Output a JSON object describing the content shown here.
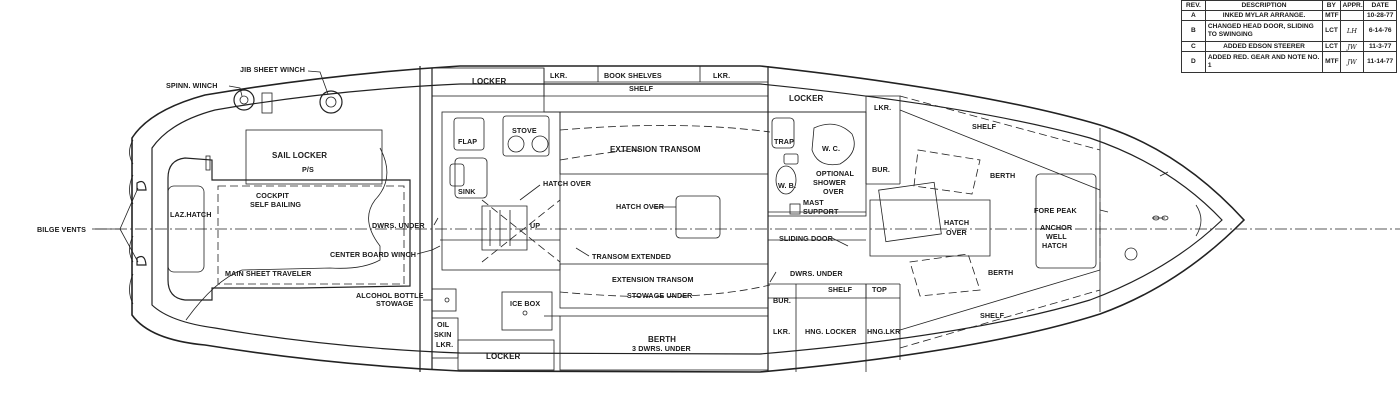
{
  "revisions": {
    "headers": [
      "REV.",
      "DESCRIPTION",
      "BY",
      "APPR.",
      "DATE"
    ],
    "rows": [
      {
        "rev": "A",
        "description": "INKED MYLAR ARRANGE.",
        "by": "MTF",
        "appr": "",
        "date": "10-28-77"
      },
      {
        "rev": "B",
        "description": "CHANGED HEAD DOOR, SLIDING TO SWINGING",
        "by": "LCT",
        "appr": "LH",
        "date": "6-14-76"
      },
      {
        "rev": "C",
        "description": "ADDED EDSON STEERER",
        "by": "LCT",
        "appr": "JW",
        "date": "11-3-77"
      },
      {
        "rev": "D",
        "description": "ADDED RED. GEAR AND NOTE NO. 1",
        "by": "MTF",
        "appr": "JW",
        "date": "11-14-77"
      }
    ]
  },
  "labels": {
    "bilge_vents": "BILGE VENTS",
    "spinn_winch": "SPINN. WINCH",
    "jib_sheet_winch": "JIB SHEET WINCH",
    "sail_locker": "SAIL LOCKER",
    "p_s": "P/S",
    "laz_hatch": "LAZ.HATCH",
    "cockpit": "COCKPIT",
    "self_bailing": "SELF BAILING",
    "dwrs_under_1": "DWRS. UNDER",
    "center_board_winch": "CENTER BOARD WINCH",
    "main_sheet_traveler": "MAIN SHEET TRAVELER",
    "alcohol_bottle": "ALCOHOL BOTTLE",
    "stowage": "STOWAGE",
    "oil": "OIL",
    "skin": "SKIN",
    "lkr": "LKR.",
    "locker": "LOCKER",
    "flap": "FLAP",
    "stove": "STOVE",
    "sink": "SINK",
    "hatch_over": "HATCH OVER",
    "up": "UP",
    "ice_box": "ICE BOX",
    "transom_extended": "TRANSOM EXTENDED",
    "extension_transom": "EXTENSION TRANSOM",
    "stowage_under": "STOWAGE UNDER",
    "berth": "BERTH",
    "three_dwrs_under": "3 DWRS. UNDER",
    "book_shelves": "BOOK SHELVES",
    "shelf": "SHELF",
    "trap": "TRAP",
    "wc": "W. C.",
    "wb": "W. B.",
    "optional": "OPTIONAL",
    "shower": "SHOWER",
    "over": "OVER",
    "mast": "MAST",
    "support": "SUPPORT",
    "sliding_door": "SLIDING DOOR",
    "dwrs_under_2": "DWRS. UNDER",
    "bur": "BUR.",
    "top": "TOP",
    "hng_locker": "HNG. LOCKER",
    "hng_lkr": "HNG.LKR",
    "hatch": "HATCH",
    "fore_peak": "FORE PEAK",
    "anchor": "ANCHOR",
    "well": "WELL",
    "hatch_anchor": "HATCH"
  }
}
